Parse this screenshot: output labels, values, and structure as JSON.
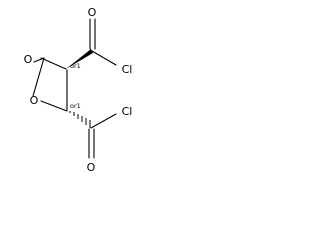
{
  "molecule": {
    "atoms": {
      "o_ring_top": "O",
      "o_ring_bottom": "O",
      "o_carbonyl_top": "O",
      "o_carbonyl_bottom": "O",
      "cl_top": "Cl",
      "cl_bottom": "Cl"
    },
    "stereo_labels": {
      "c4": "or1",
      "c5": "or1"
    },
    "colors": {
      "ink": "#000000",
      "background": "#ffffff"
    }
  }
}
